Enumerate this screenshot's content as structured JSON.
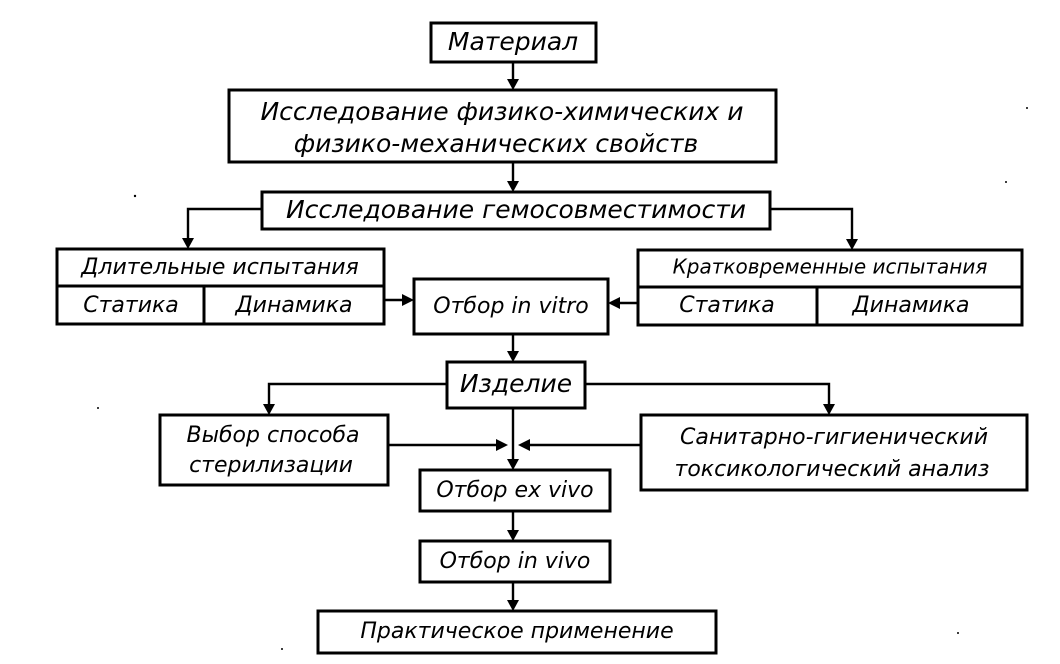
{
  "diagram": {
    "material": "Материал",
    "properties_line1": "Исследование физико-химических и",
    "properties_line2": "физико-механических свойств",
    "hemocompatibility": "Исследование гемосовместимости",
    "long_tests": "Длительные испытания",
    "long_static": "Статика",
    "long_dynamics": "Динамика",
    "in_vitro": "Отбор in vitro",
    "short_tests": "Кратковременные испытания",
    "short_static": "Статика",
    "short_dynamics": "Динамика",
    "product": "Изделие",
    "sterilization_line1": "Выбор способа",
    "sterilization_line2": "стерилизации",
    "sanitary_line1": "Санитарно-гигиенический",
    "sanitary_line2": "токсикологический анализ",
    "ex_vivo": "Отбор ex vivo",
    "in_vivo": "Отбор in vivo",
    "practical_use": "Практическое применение"
  }
}
